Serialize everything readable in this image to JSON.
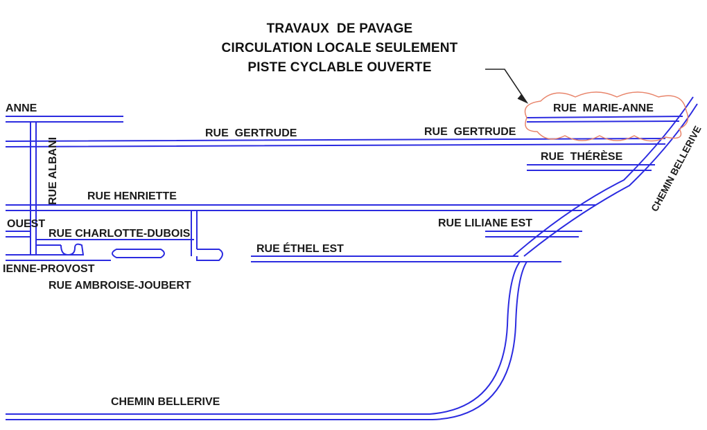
{
  "notice": {
    "line1": "TRAVAUX  DE PAVAGE",
    "line2": "CIRCULATION LOCALE SEULEMENT",
    "line3": "PISTE CYCLABLE OUVERTE"
  },
  "streets": {
    "anne": "ANNE",
    "marie_anne": "RUE  MARIE-ANNE",
    "gertrude_west": "RUE  GERTRUDE",
    "gertrude_east": "RUE  GERTRUDE",
    "therese": "RUE  THÉRÈSE",
    "albani": "RUE ALBANI",
    "henriette": "RUE HENRIETTE",
    "ouest": "OUEST",
    "charlotte_dubois": "RUE CHARLOTTE-DUBOIS",
    "liliane_est": "RUE LILIANE EST",
    "ethel_est": "RUE ÉTHEL EST",
    "enne_provost": "IENNE-PROVOST",
    "ambroise_joubert": "RUE AMBROISE-JOUBERT",
    "chemin_bellerive_bottom": "CHEMIN BELLERIVE",
    "chemin_bellerive_diag": "CHEMIN BELLERIVE"
  },
  "colors": {
    "road": "#2b2be0",
    "work_zone": "#e8846a",
    "text": "#1a1a1a"
  }
}
